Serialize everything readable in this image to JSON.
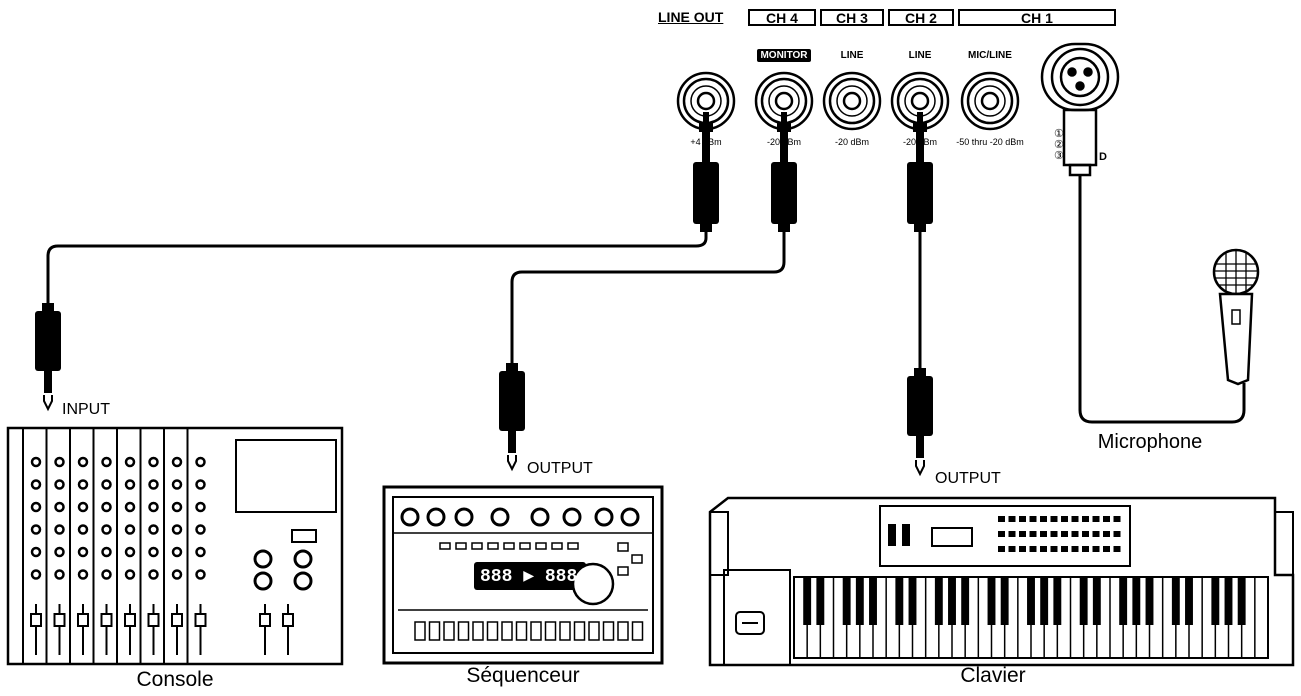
{
  "panel": {
    "headers": {
      "line_out": "LINE OUT",
      "ch4": "CH 4",
      "ch3": "CH 3",
      "ch2": "CH 2",
      "ch1": "CH 1"
    },
    "jack_labels": {
      "monitor": "MONITOR",
      "ch3_line": "LINE",
      "ch2_line": "LINE",
      "ch1_mic_line": "MIC/LINE"
    },
    "levels": {
      "line_out": "+4 dBm",
      "ch4": "-20 dBm",
      "ch3": "-20 dBm",
      "ch2": "-20 dBm",
      "ch1": "-50 thru -20 dBm"
    },
    "xlr_pins": {
      "pin1": "①",
      "pin2": "②",
      "pin3": "③",
      "pin3_suffix": "D"
    }
  },
  "devices": {
    "console": {
      "name": "Console",
      "port": "INPUT"
    },
    "sequencer": {
      "name": "Séquenceur",
      "port": "OUTPUT",
      "display": "888 ▶ 888"
    },
    "keyboard": {
      "name": "Clavier",
      "port": "OUTPUT"
    },
    "microphone": {
      "name": "Microphone"
    }
  },
  "colors": {
    "ink": "#000000",
    "paper": "#ffffff"
  }
}
